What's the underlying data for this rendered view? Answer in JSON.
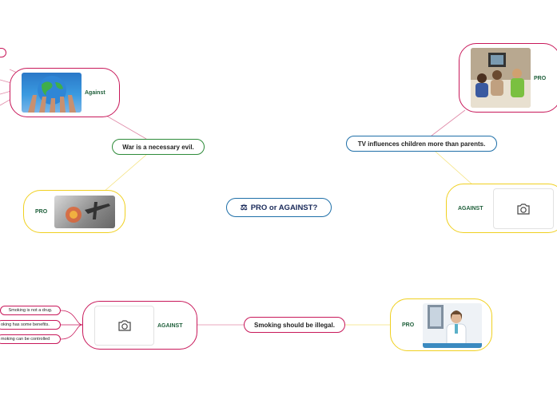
{
  "central": {
    "icon": "gavel-icon",
    "label": "PRO or AGAINST?"
  },
  "topics": {
    "war": {
      "label": "War is a necessary evil."
    },
    "tv": {
      "label": "TV influences children more than parents."
    },
    "smoking": {
      "label": "Smoking should be illegal."
    }
  },
  "cards": {
    "war_against": {
      "label": "Against",
      "image": "globe-with-hands-photo"
    },
    "war_pro": {
      "label": "PRO",
      "image": "warplane-explosion-photo"
    },
    "tv_pro": {
      "label": "PRO",
      "image": "children-watching-tv-photo"
    },
    "tv_against": {
      "label": "AGAINST",
      "image": "camera-icon"
    },
    "smoking_pro": {
      "label": "PRO",
      "image": "doctor-xray-photo"
    },
    "smoking_against": {
      "label": "AGAINST",
      "image": "camera-icon"
    }
  },
  "leaves": {
    "smoking_against": [
      "Smoking is not a drug.",
      "oking has some benefits.",
      "moking can be controlled"
    ]
  },
  "colors": {
    "central": "#1e6fa8",
    "war": "#2e8b3a",
    "tv": "#1e6fa8",
    "smoking": "#c8185a",
    "against": "#c8185a",
    "pro": "#f0d020",
    "label": "#1e5f3a"
  }
}
